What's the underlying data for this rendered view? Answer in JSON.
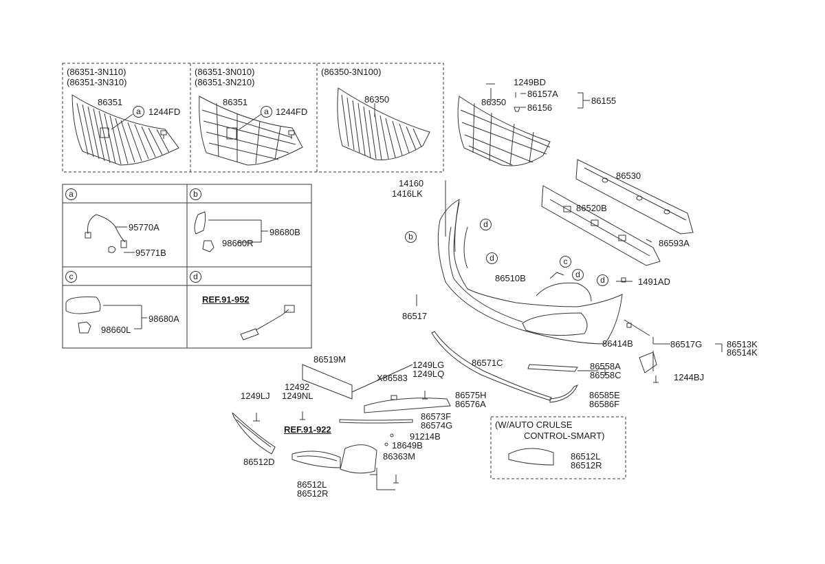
{
  "grille_variants": [
    {
      "codes": [
        "(86351-3N110)",
        "(86351-3N310)"
      ],
      "part": "86351",
      "callout": "a",
      "fastener": "1244FD"
    },
    {
      "codes": [
        "(86351-3N010)",
        "(86351-3N210)"
      ],
      "part": "86351",
      "callout": "a",
      "fastener": "1244FD"
    },
    {
      "codes": [
        "(86350-3N100)"
      ],
      "part": "86350"
    }
  ],
  "detail_panels": [
    {
      "letter": "a",
      "parts": [
        "95770A",
        "95771B"
      ]
    },
    {
      "letter": "b",
      "parts": [
        "98680B",
        "98660R"
      ]
    },
    {
      "letter": "c",
      "parts": [
        "98680A",
        "98660L"
      ]
    },
    {
      "letter": "d",
      "ref": "REF.91-952"
    }
  ],
  "grille_main": {
    "labels": [
      "1249BD",
      "86157A",
      "86155",
      "86350",
      "86156"
    ]
  },
  "callouts": {
    "b": "b",
    "c": "c",
    "d": "d"
  },
  "parts": {
    "p14160": "14160",
    "p1416LK": "1416LK",
    "p86530": "86530",
    "p86520B": "86520B",
    "p86593A": "86593A",
    "p86510B": "86510B",
    "p1491AD": "1491AD",
    "p86517": "86517",
    "p86414B": "86414B",
    "p86517G": "86517G",
    "p86513K": "86513K",
    "p86514K": "86514K",
    "p86519M": "86519M",
    "p86571C": "86571C",
    "p86558A": "86558A",
    "p86558C": "86558C",
    "p1244BJ": "1244BJ",
    "p1249LG": "1249LG",
    "p1249LQ": "1249LQ",
    "pX86583": "X86583",
    "p12492": "12492",
    "p1249NL": "1249NL",
    "p1249LJ": "1249LJ",
    "p86575H": "86575H",
    "p86576A": "86576A",
    "p86585E": "86585E",
    "p86586F": "86586F",
    "p86573F": "86573F",
    "p86574G": "86574G",
    "pREF91922": "REF.91-922",
    "p91214B": "91214B",
    "p18649B": "18649B",
    "p86363M": "86363M",
    "p86512D": "86512D",
    "p86512L": "86512L",
    "p86512R": "86512R"
  },
  "auto_cruise_box": {
    "line1": "(W/AUTO CRULSE",
    "line2": "CONTROL-SMART)",
    "part1": "86512L",
    "part2": "86512R"
  }
}
